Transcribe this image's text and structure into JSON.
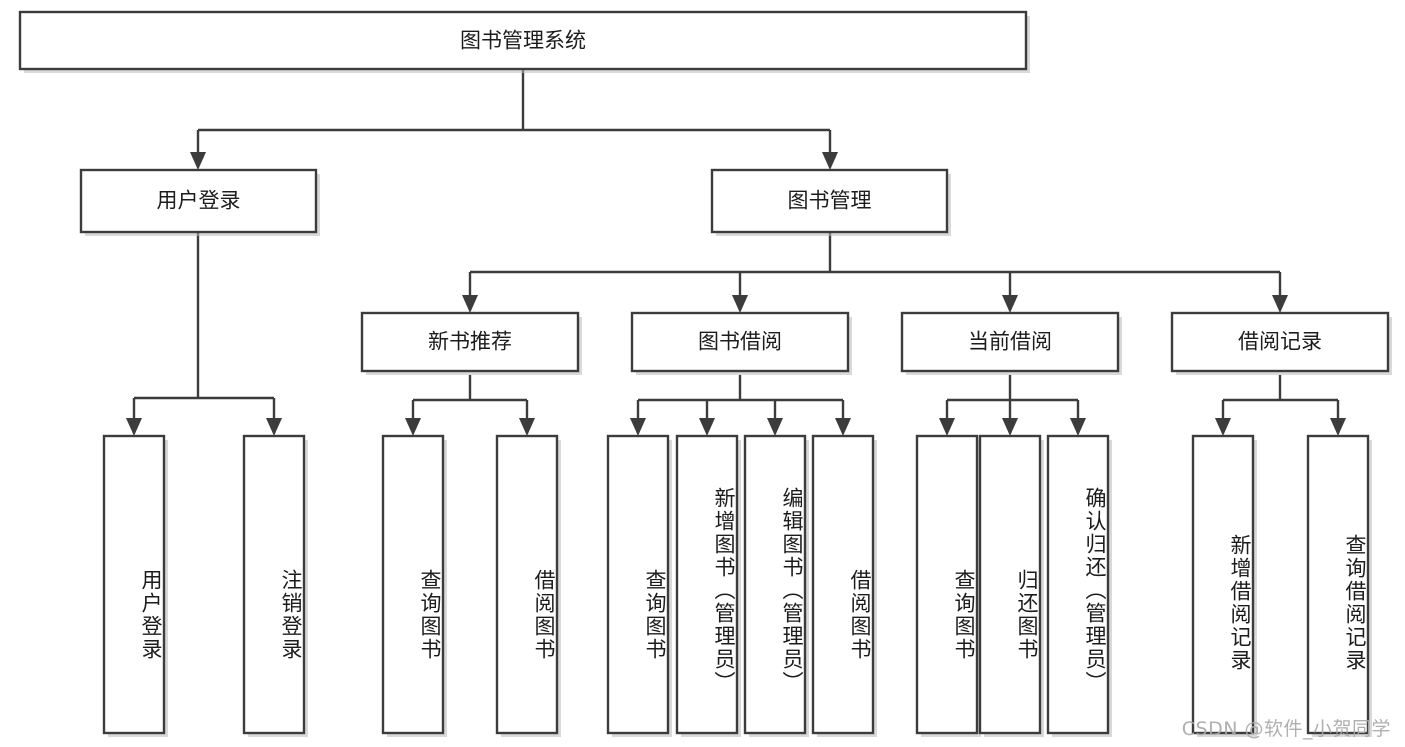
{
  "diagram": {
    "title": "图书管理系统",
    "watermark": "CSDN @软件_小贺同学",
    "colors": {
      "box_stroke": "#3c3c3c",
      "box_fill": "#ffffff",
      "text": "#1c1c1c",
      "background": "#ffffff",
      "watermark": "#a9a9a9"
    },
    "levels": {
      "root": {
        "label": "图书管理系统"
      },
      "level1": [
        {
          "label": "用户登录"
        },
        {
          "label": "图书管理"
        }
      ],
      "level2": [
        {
          "label": "新书推荐"
        },
        {
          "label": "图书借阅"
        },
        {
          "label": "当前借阅"
        },
        {
          "label": "借阅记录"
        }
      ],
      "leaves": {
        "user_login": [
          {
            "label": "用户登录"
          },
          {
            "label": "注销登录"
          }
        ],
        "new_book_recommend": [
          {
            "label": "查询图书"
          },
          {
            "label": "借阅图书"
          }
        ],
        "book_borrow": [
          {
            "label": "查询图书"
          },
          {
            "label": "新增图书（管理员）"
          },
          {
            "label": "编辑图书（管理员）"
          },
          {
            "label": "借阅图书"
          }
        ],
        "current_borrow": [
          {
            "label": "查询图书"
          },
          {
            "label": "归还图书"
          },
          {
            "label": "确认归还（管理员）"
          }
        ],
        "borrow_record": [
          {
            "label": "新增借阅记录"
          },
          {
            "label": "查询借阅记录"
          }
        ]
      }
    }
  }
}
